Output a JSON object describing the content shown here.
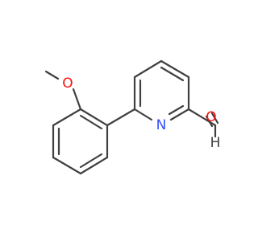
{
  "molecule": {
    "atoms": {
      "oxygen_methoxy": {
        "symbol": "O",
        "color": "#ff0d0d"
      },
      "nitrogen_ring": {
        "symbol": "N",
        "color": "#3050f8"
      },
      "oxygen_aldehyde": {
        "symbol": "O",
        "color": "#ff0d0d"
      },
      "hydrogen_aldehyde": {
        "symbol": "H",
        "color": "#404040"
      }
    },
    "bond_color": "#404040"
  }
}
